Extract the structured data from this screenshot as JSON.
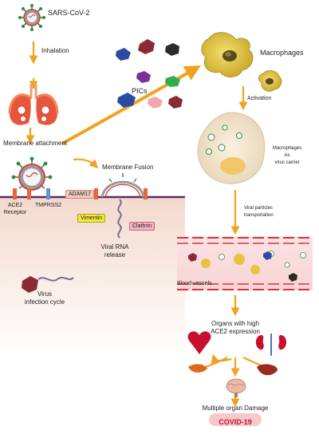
{
  "labels": {
    "sars": "SARS-CoV-2",
    "inhalation": "Inhalation",
    "pics": "PICs",
    "macrophages": "Macrophages",
    "activation": "Activation",
    "carrier_1": "Macrophages",
    "carrier_2": "As",
    "carrier_3": "virus carrier",
    "membrane_attachment": "Membrane attachment",
    "membrane_fusion": "Membrane Fusion",
    "adam17": "ADAM17",
    "ace2_1": "ACE2",
    "ace2_2": "Receptor",
    "tmprss2": "TMPRSS2",
    "vimentin": "Vimentin",
    "clathrin": "Clathrin",
    "viral_rna_1": "Viral RNA",
    "viral_rna_2": "release",
    "transport_1": "Viral particles",
    "transport_2": "transportation",
    "blood_vessels": "Blood-vessels",
    "virus_cycle_1": "Virus",
    "virus_cycle_2": "infection cycle",
    "organs_1": "Organs with high",
    "organs_2": "ACE2 expression",
    "damage": "Multiple organ Damage",
    "covid": "COVID-19"
  },
  "colors": {
    "arrow": "#f0a21f",
    "virus_body": "#9a9a9a",
    "spike": "#2e8b3d",
    "macrophage": "#e1c53a",
    "membrane": "#5a2a66",
    "vessel_line": "#d6333b",
    "cell_interior": "#f6e1d6",
    "covid_badge": "#f6c8cc"
  },
  "icons": [
    "virus-icon",
    "lungs-icon",
    "macrophage-icon",
    "heart-icon",
    "kidney-icon",
    "brain-icon",
    "liver-icon",
    "pancreas-icon"
  ]
}
